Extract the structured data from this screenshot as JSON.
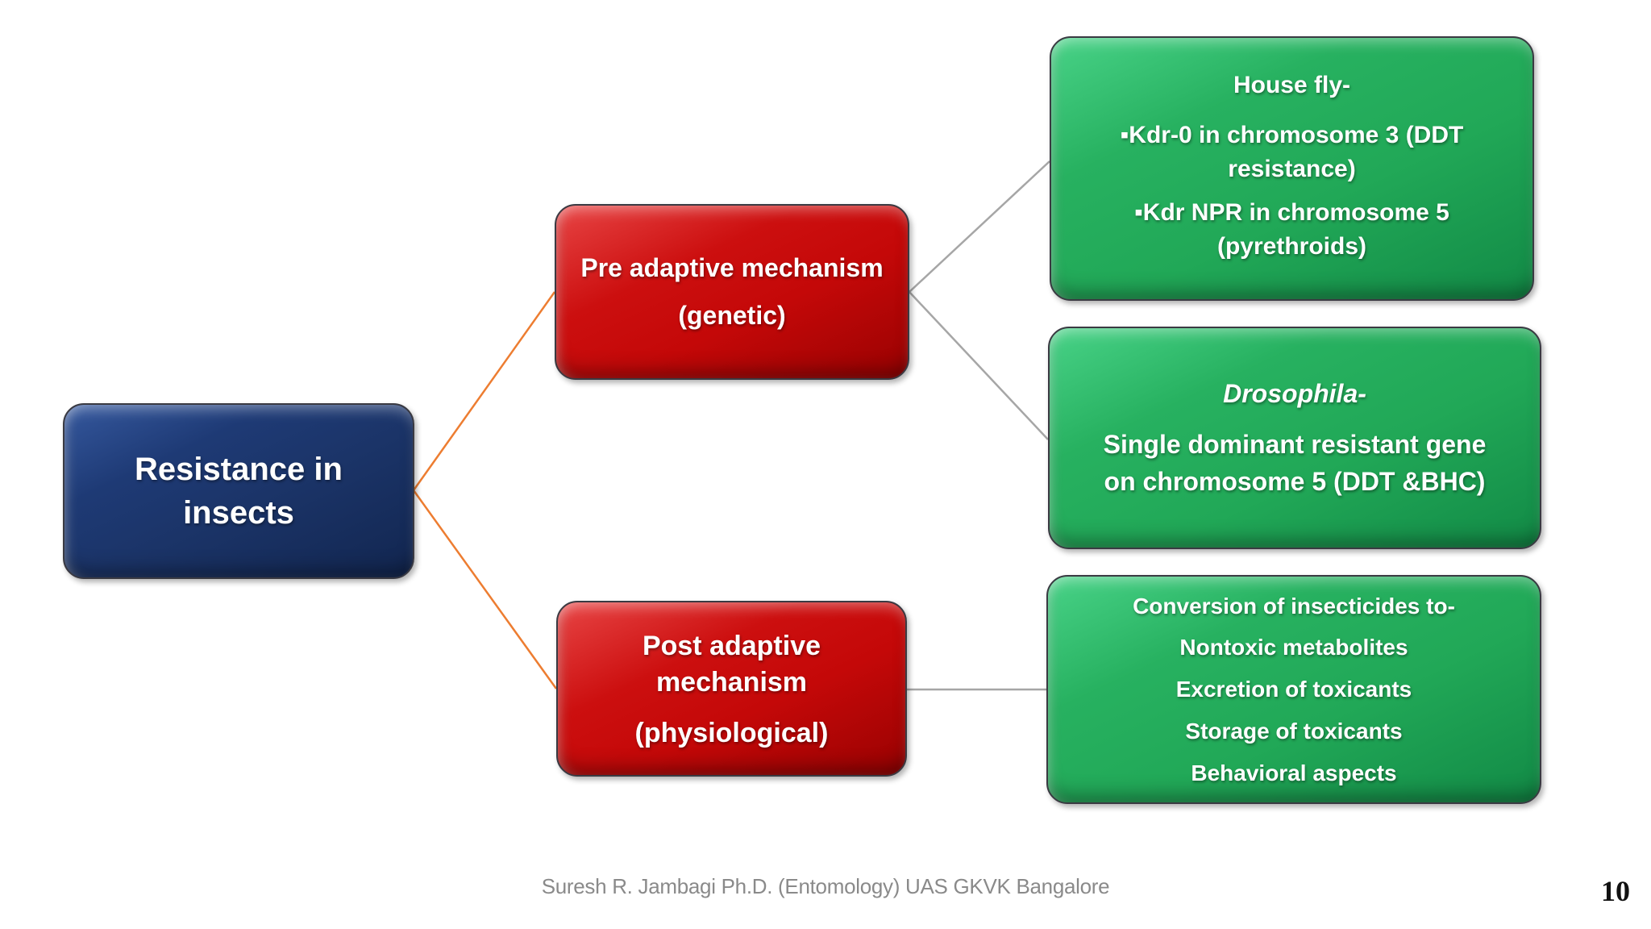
{
  "slide": {
    "footer": "Suresh R. Jambagi Ph.D. (Entomology) UAS GKVK Bangalore",
    "page_number": "10"
  },
  "diagram": {
    "root": {
      "label": "Resistance in insects"
    },
    "branches": [
      {
        "title": "Pre adaptive mechanism",
        "subtitle": "(genetic)"
      },
      {
        "title": "Post adaptive mechanism",
        "subtitle": "(physiological)"
      }
    ],
    "leaves": [
      {
        "title": "House fly-",
        "bullets": [
          "▪Kdr-0 in chromosome 3 (DDT resistance)",
          "▪Kdr NPR in chromosome 5 (pyrethroids)"
        ]
      },
      {
        "title": "Drosophila-",
        "body": "Single dominant resistant gene on chromosome 5 (DDT &BHC)"
      },
      {
        "lines": [
          "Conversion of insecticides to-",
          "Nontoxic metabolites",
          "Excretion of toxicants",
          "Storage of toxicants",
          "Behavioral aspects"
        ]
      }
    ],
    "colors": {
      "root_fill": "#1B3468",
      "branch_fill": "#C40808",
      "leaf_fill": "#21A857",
      "connector_root_to_branch": "#ED7D31",
      "connector_branch_to_leaf": "#A6A6A6",
      "text": "#FFFFFF",
      "footer_text": "#8A8A8A"
    }
  }
}
